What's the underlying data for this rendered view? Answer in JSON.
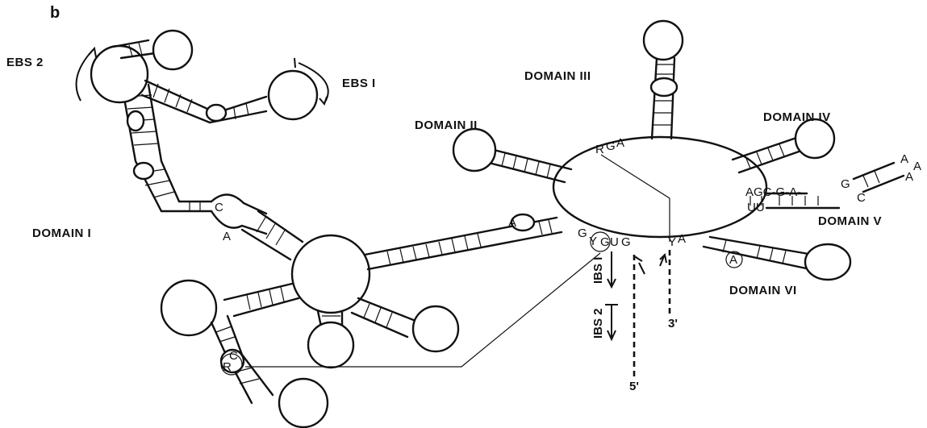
{
  "panel_label": "b",
  "labels": {
    "ebs2": "EBS 2",
    "ebs1": "EBS I",
    "domain1": "DOMAIN I",
    "domain2": "DOMAIN II",
    "domain3": "DOMAIN III",
    "domain4": "DOMAIN IV",
    "domain5": "DOMAIN V",
    "domain6": "DOMAIN VI",
    "ibs1": "IBS I",
    "ibs2": "IBS 2",
    "end3": "3'",
    "end5": "5'"
  },
  "nucleotides": {
    "d1_c": "C",
    "d1_a": "A",
    "d1_c_circ": "C",
    "d1_r_circ": "R",
    "junction_a": "A",
    "rga_r": "R",
    "rga_g": "G",
    "rga_a": "A",
    "gy_g": "G",
    "gy_y": "Y",
    "gug_g1": "G",
    "gug_u": "U",
    "gug_g2": "G",
    "ya_y": "Y",
    "ya_a": "A",
    "d5_agc": "AGC-G-A-",
    "d5_g": "G",
    "d5_c": "C",
    "d5_uu": "UU",
    "d5_loop_a1": "A",
    "d5_loop_a2": "A",
    "d5_loop_a3": "A",
    "d6_a": "A"
  }
}
